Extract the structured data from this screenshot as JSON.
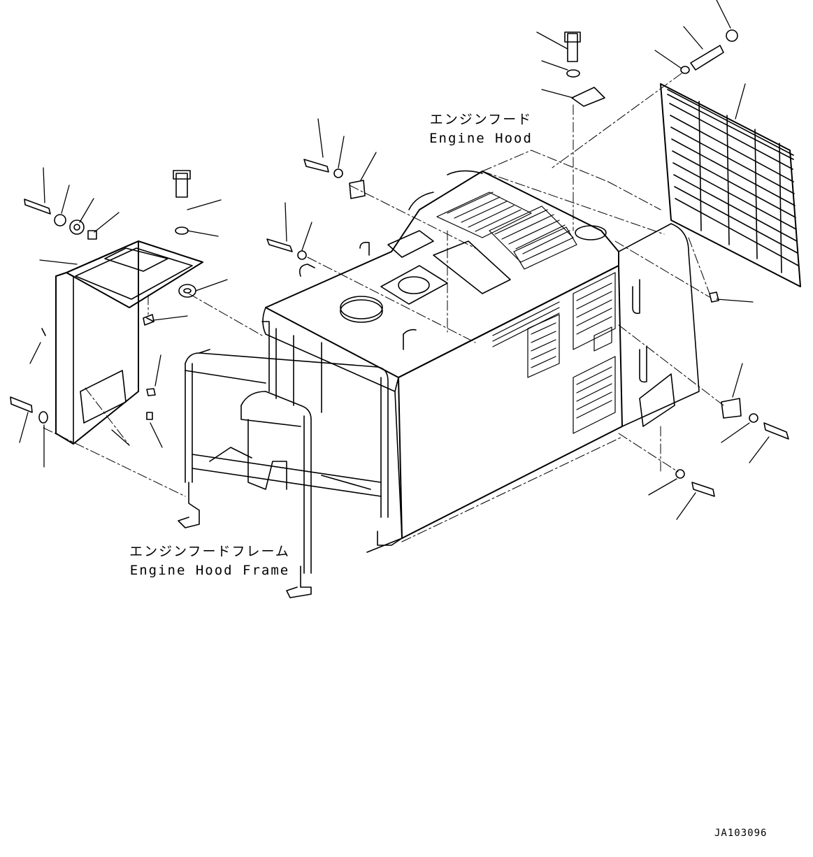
{
  "labels": {
    "engine_hood_ja": "エンジンフード",
    "engine_hood_en": "Engine Hood",
    "engine_hood_frame_ja": "エンジンフードフレーム",
    "engine_hood_frame_en": "Engine Hood Frame"
  },
  "drawing_number": "JA103096",
  "colors": {
    "line": "#000000",
    "background": "#ffffff"
  }
}
